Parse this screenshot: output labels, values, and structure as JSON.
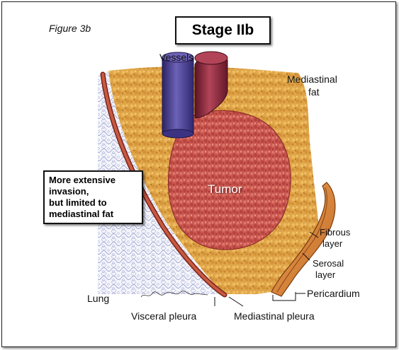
{
  "figure_label": "Figure 3b",
  "title": "Stage IIb",
  "note": {
    "line1": "More extensive",
    "line2": "invasion,",
    "line3": "but limited to",
    "line4": "mediastinal fat"
  },
  "labels": {
    "vessels": "Vessels",
    "mediastinal_fat_1": "Mediastinal",
    "mediastinal_fat_2": "fat",
    "tumor": "Tumor",
    "fibrous_1": "Fibrous",
    "fibrous_2": "layer",
    "serosal_1": "Serosal",
    "serosal_2": "layer",
    "pericardium": "Pericardium",
    "lung": "Lung",
    "visceral_pleura": "Visceral pleura",
    "mediastinal_pleura": "Mediastinal pleura"
  },
  "colors": {
    "fat": "#e0a54a",
    "tumor": "#c9564f",
    "vessel_blue": "#4a3f8c",
    "vessel_red": "#8e2a3c",
    "pleura": "#b8402e",
    "pericardium": "#d4833a"
  }
}
